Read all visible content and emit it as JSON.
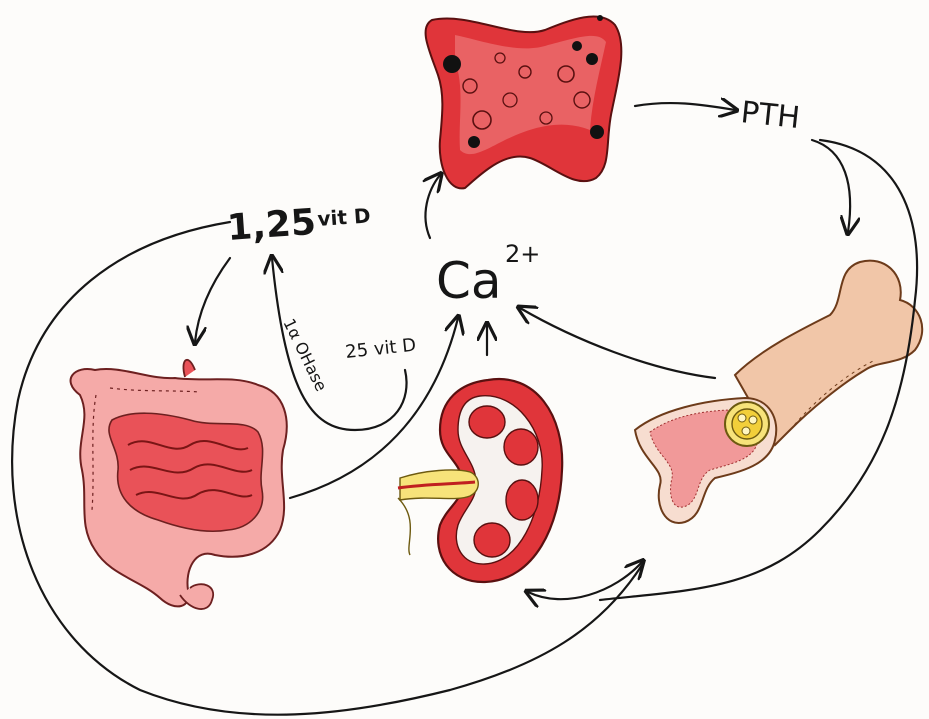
{
  "labels": {
    "ca_base": "Ca",
    "ca_charge": "2+",
    "pth": "PTH",
    "vitd_125_num": "1,25",
    "vitd_125_unit": "vit D",
    "vitd_25": "25 vit D",
    "enzyme": "1α OHase"
  },
  "colors": {
    "ink": "#161616",
    "organ_red": "#e0353a",
    "organ_light": "#f29a9a",
    "bone": "#f1c6a8",
    "marrow": "#ffe9a6",
    "ureter_yellow": "#f7e37a"
  }
}
